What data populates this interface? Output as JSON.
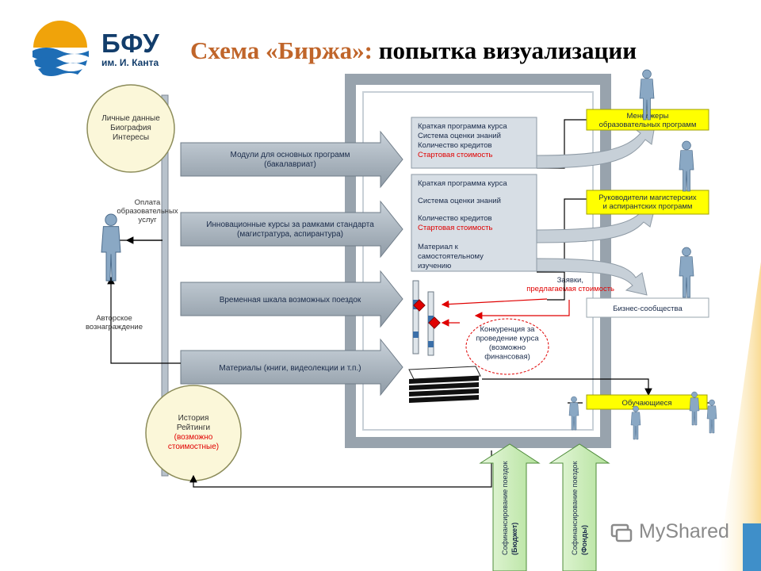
{
  "header": {
    "logo_name": "БФУ",
    "logo_sub": "им. И. Канта",
    "title_accent": "Схема «Биржа»:",
    "title_rest": " попытка визуализации"
  },
  "circles": {
    "top": [
      "Личные данные",
      "Биография",
      "Интересы"
    ],
    "bottom": [
      "История",
      "Рейтинги",
      "(возможно",
      "стоимостные)"
    ]
  },
  "left_labels": {
    "payment": [
      "Оплата",
      "образовательных",
      "услуг"
    ],
    "reward": [
      "Авторское",
      "вознаграждение"
    ]
  },
  "arrows": [
    [
      "Модули для основных программ",
      "(бакалавриат)"
    ],
    [
      "Инновационные курсы за рамками стандарта",
      "(магистратура, аспирантура)"
    ],
    [
      "Временная шкала возможных поездок"
    ],
    [
      "Материалы (книги, видеолекции и т.п.)"
    ]
  ],
  "info_box_1": [
    "Краткая программа курса",
    "Система оценки знаний",
    "Количество кредитов",
    "Стартовая стоимость"
  ],
  "info_box_2": [
    "Краткая программа курса",
    "Система оценки знаний",
    "Количество кредитов",
    "Стартовая стоимость",
    "Материал к",
    "самостоятельному",
    "изучению"
  ],
  "requests": [
    "Заявки,",
    "предлагаемая стоимость"
  ],
  "competition": [
    "Конкуренция за",
    "проведение курса",
    "(возможно",
    "финансовая)"
  ],
  "yellow_boxes": [
    [
      "Менеджеры",
      "образовательных программ"
    ],
    [
      "Руководители магистерских",
      "и аспирантских программ"
    ],
    [
      "Обучающиеся"
    ]
  ],
  "business": "Бизнес-сообщества",
  "cofinance": [
    [
      "Софинансирование поездок",
      "(Бюджет)"
    ],
    [
      "Софинансирование поездок",
      "(Фонды)"
    ]
  ],
  "watermark": "MyShared",
  "colors": {
    "title_accent": "#c0652a",
    "logo_blue": "#123d6b",
    "logo_orange": "#f0a30a",
    "frame_gray": "#9aa5ae",
    "arrow_fill": "#a8b4bf",
    "info_fill": "#d7dee5",
    "yellow": "#ffff00",
    "circle_fill": "#fbf7d9",
    "green_arrow": "#c8edb5",
    "red_text": "#e00000",
    "figure_blue": "#8aa8c4"
  }
}
